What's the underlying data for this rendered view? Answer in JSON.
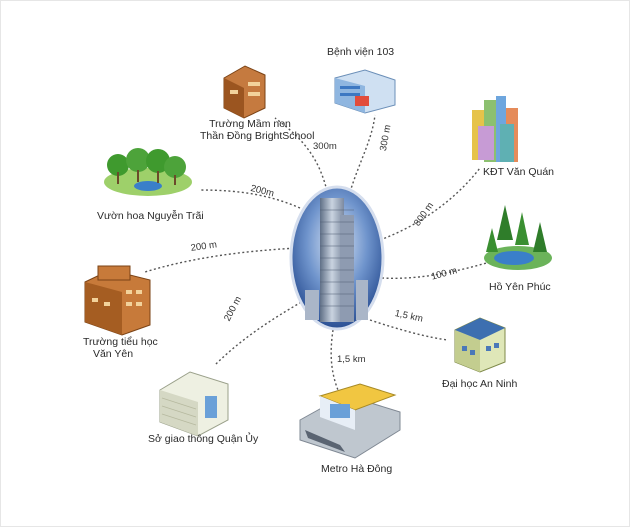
{
  "labels": {
    "benh_vien": "Bệnh viện 103",
    "mam_non_1": "Trường Mầm non",
    "mam_non_2": "Thần Đồng BrightSchool",
    "kdt": "KĐT Văn Quán",
    "vuon_hoa": "Vườn hoa Nguyễn Trãi",
    "ho": "Hồ Yên Phúc",
    "tieu_hoc_1": "Trường tiểu học",
    "tieu_hoc_2": "Văn Yên",
    "dai_hoc": "Đại học An Ninh",
    "so_giao_thong": "Sở giao thông Quận Ủy",
    "metro": "Metro Hà Đông"
  },
  "distances": {
    "mam_non": "300m",
    "benh_vien": "300 m",
    "kdt": "800 m",
    "vuon_hoa": "200m",
    "tieu_hoc": "200 m",
    "ho": "100 m",
    "so_giao_thong": "200 m",
    "dai_hoc": "1,5 km",
    "metro": "1,5 km"
  },
  "colors": {
    "line": "#555555",
    "oval_fill": "#2f5fa8",
    "oval_border": "#b9c9e3",
    "tree": "#4da33a",
    "water": "#3a7fc9",
    "building_brown": "#b9713a",
    "building_blue": "#6aa0d8"
  }
}
